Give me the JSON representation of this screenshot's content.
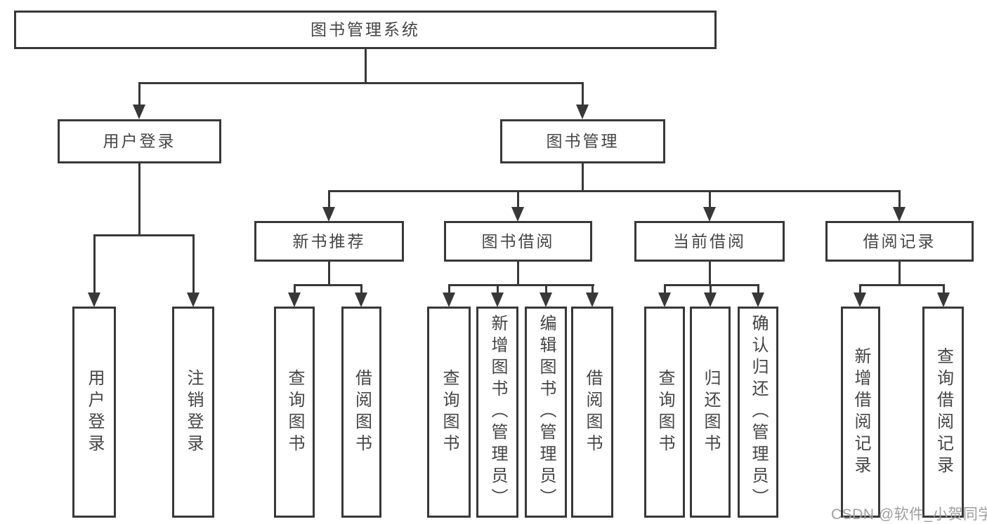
{
  "colors": {
    "line": "#383838",
    "text": "#454545",
    "background": "#ffffff",
    "watermark": "#9e9e9e"
  },
  "watermark": "CSDN @软件_小贺同学",
  "tree": {
    "root": {
      "label": "图书管理系统",
      "children": [
        {
          "label": "用户登录",
          "children": [
            {
              "label": "用户登录"
            },
            {
              "label": "注销登录"
            }
          ]
        },
        {
          "label": "图书管理",
          "children": [
            {
              "label": "新书推荐",
              "children": [
                {
                  "label": "查询图书"
                },
                {
                  "label": "借阅图书"
                }
              ]
            },
            {
              "label": "图书借阅",
              "children": [
                {
                  "label": "查询图书"
                },
                {
                  "label": "新增图书（管理员）"
                },
                {
                  "label": "编辑图书（管理员）"
                },
                {
                  "label": "借阅图书"
                }
              ]
            },
            {
              "label": "当前借阅",
              "children": [
                {
                  "label": "查询图书"
                },
                {
                  "label": "归还图书"
                },
                {
                  "label": "确认归还（管理员）"
                }
              ]
            },
            {
              "label": "借阅记录",
              "children": [
                {
                  "label": "新增借阅记录"
                },
                {
                  "label": "查询借阅记录"
                }
              ]
            }
          ]
        }
      ]
    }
  }
}
